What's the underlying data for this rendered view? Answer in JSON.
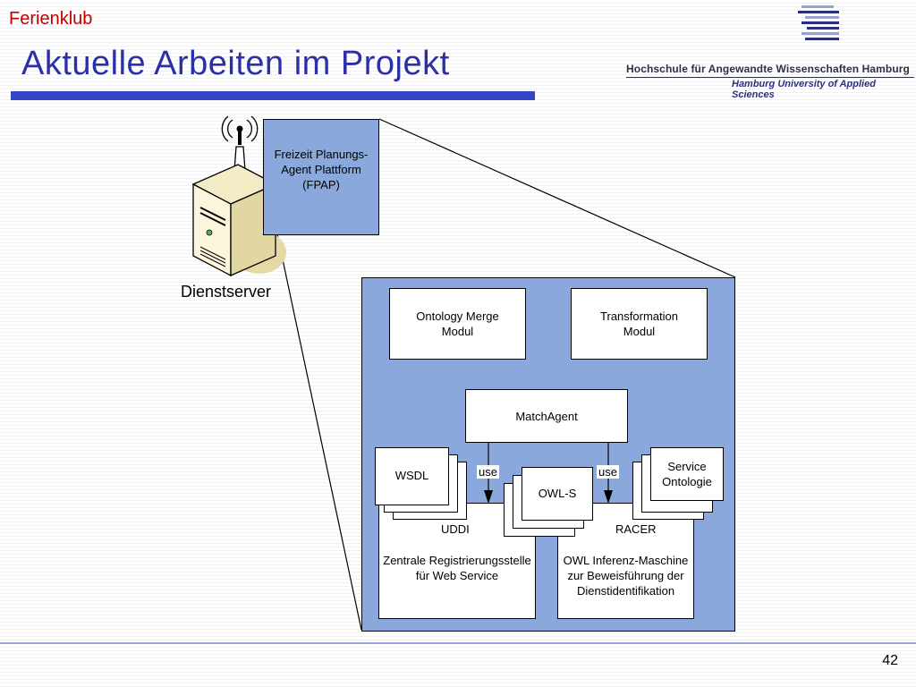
{
  "header": {
    "topic": "Ferienklub",
    "title": "Aktuelle Arbeiten im Projekt",
    "university_de": "Hochschule für Angewandte Wissenschaften Hamburg",
    "university_en": "Hamburg University of Applied Sciences"
  },
  "diagram": {
    "server_label": "Dienstserver",
    "fpap": "Freizeit Planungs- Agent Plattform (FPAP)",
    "ontology_merge": "Ontology Merge Modul",
    "transformation": "Transformation Modul",
    "match_agent": "MatchAgent",
    "wsdl": "WSDL",
    "owls": "OWL-S",
    "service_ontologie": "Service Ontologie",
    "use_left": "use",
    "use_right": "use",
    "uddi": "UDDI",
    "racer": "RACER",
    "registry": "Zentrale Registrierungsstelle für Web Service",
    "inference": "OWL Inferenz-Maschine zur Beweisführung der Dienstidentifikation"
  },
  "footer": {
    "page_number": "42"
  },
  "colors": {
    "title": "#2b2fa8",
    "topic": "#c00000",
    "box_fill": "#8aa8db",
    "rule": "#3545c8"
  }
}
